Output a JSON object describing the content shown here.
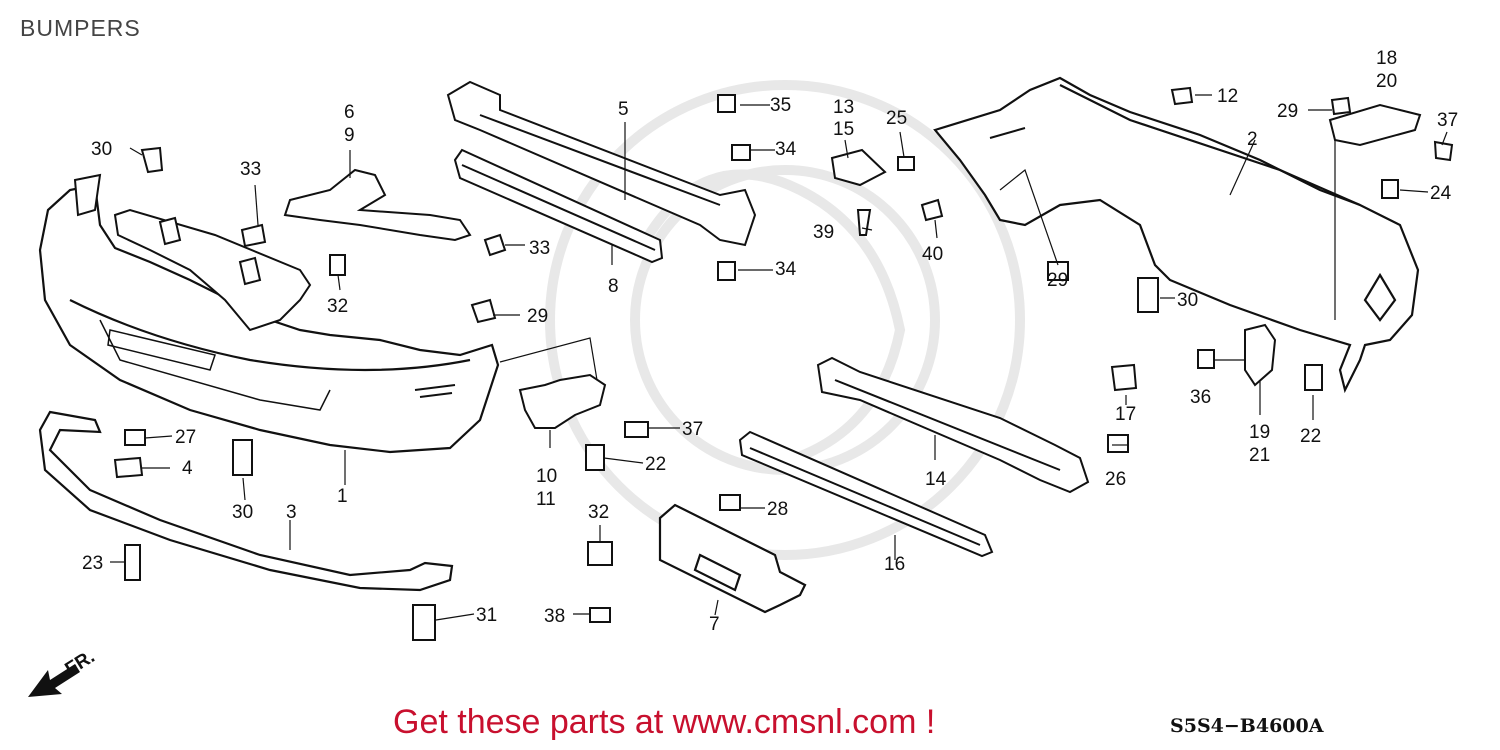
{
  "title": "BUMPERS",
  "direction_marker": "FR.",
  "diagram_code": "S5S4−B4600A",
  "promo_text": "Get these parts at www.cmsnl.com !",
  "part_refs": {
    "r1": "1",
    "r2": "2",
    "r3": "3",
    "r4": "4",
    "r5": "5",
    "r6": "6",
    "r7": "7",
    "r8": "8",
    "r9": "9",
    "r10": "10",
    "r11": "11",
    "r12": "12",
    "r13": "13",
    "r14": "14",
    "r15": "15",
    "r16": "16",
    "r17": "17",
    "r18": "18",
    "r19": "19",
    "r20": "20",
    "r21": "21",
    "r22": "22",
    "r23": "23",
    "r24": "24",
    "r25": "25",
    "r26": "26",
    "r27": "27",
    "r28": "28",
    "r29": "29",
    "r30": "30",
    "r31": "31",
    "r32": "32",
    "r33": "33",
    "r34": "34",
    "r35": "35",
    "r36": "36",
    "r37": "37",
    "r38": "38",
    "r39": "39",
    "r40": "40"
  }
}
